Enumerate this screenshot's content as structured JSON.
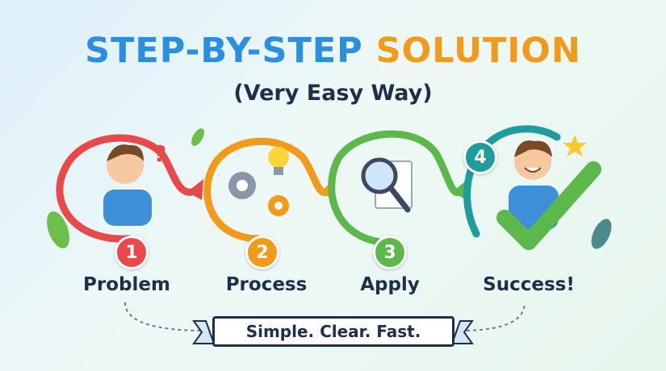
{
  "title": {
    "part1": "STEP-BY-STEP",
    "part2": "SOLUTION"
  },
  "subtitle": "(Very Easy Way)",
  "steps": [
    {
      "number": "1",
      "label": "Problem",
      "color": "#e8494b"
    },
    {
      "number": "2",
      "label": "Process",
      "color": "#f29a1a"
    },
    {
      "number": "3",
      "label": "Apply",
      "color": "#5cb84a"
    },
    {
      "number": "4",
      "label": "Success!",
      "color": "#1f9c9c"
    }
  ],
  "banner": "Simple. Clear. Fast.",
  "colors": {
    "blue": "#2a8fe0",
    "orange": "#f29a1a",
    "navy": "#1f2e4a"
  }
}
